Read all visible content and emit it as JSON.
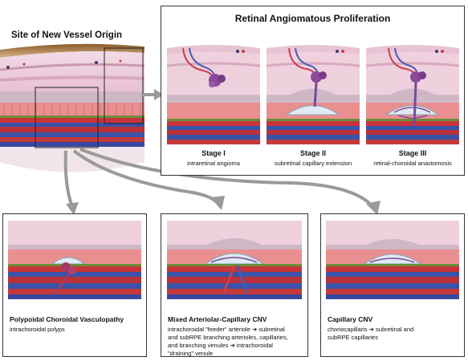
{
  "origin": {
    "title": "Site of New Vessel Origin"
  },
  "rap": {
    "title": "Retinal Angiomatous Proliferation",
    "stages": [
      {
        "title": "Stage I",
        "subtitle": "intraretinal angioma"
      },
      {
        "title": "Stage II",
        "subtitle": "subretinal capillary extension"
      },
      {
        "title": "Stage III",
        "subtitle": "retinal-choroidal anastomosis"
      }
    ]
  },
  "bottom_panels": [
    {
      "title": "Polypoidal Choroidal Vasculopathy",
      "lines": [
        "intrachoroidal polyps"
      ]
    },
    {
      "title": "Mixed Arteriolar-Capillary CNV",
      "lines": [
        "intrachoroidal \"feeder\" arteriole ➔ subretinal",
        "and subRPE branching arterioles, capillaries,",
        "and branching venules ➔ intrachoroidal",
        "\"draining\" venule"
      ]
    },
    {
      "title": "Capillary CNV",
      "lines": [
        "choriocapillaris ➔ subretinal and",
        "subRPE capillaries"
      ]
    }
  ],
  "colors": {
    "retina_pink": "#eec6d6",
    "photoreceptor_red": "#e58a8a",
    "rpe_green": "#6a8e3a",
    "choroid_blue": "#3a53a8",
    "choroid_red": "#c8343a",
    "lesion_purple": "#7a4a9a",
    "arrow_gray": "#9a9a9a"
  }
}
